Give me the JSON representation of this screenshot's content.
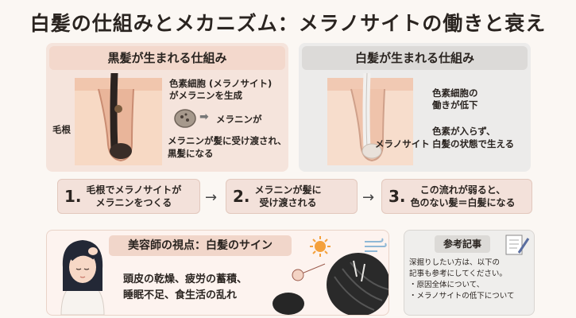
{
  "title": "白髪の仕組みとメカニズム：メラノサイトの働きと衰え",
  "left_panel": {
    "heading": "黒髪が生まれる仕組み",
    "root_label": "毛根",
    "cell_label_1": "色素細胞 (メラノサイト)",
    "cell_label_2": "がメラニンを生成",
    "melanin_label": "メラニンが",
    "transfer_label_1": "メラニンが髪に受け渡され、",
    "transfer_label_2": "黒髪になる"
  },
  "right_panel": {
    "heading": "白髪が生まれる仕組み",
    "decline_1": "色素細胞の",
    "decline_2": "働きが低下",
    "melanocyte_label": "メラノサイト",
    "result_1": "色素が入らず、",
    "result_2": "白髪の状態で生える"
  },
  "steps": [
    {
      "num": "1.",
      "line1": "毛根でメラノサイトが",
      "line2": "メラニンをつくる"
    },
    {
      "num": "2.",
      "line1": "メラニンが髪に",
      "line2": "受け渡される"
    },
    {
      "num": "3.",
      "line1": "この流れが弱ると、",
      "line2": "色のない髪＝白髪になる"
    }
  ],
  "arrow_glyph": "→",
  "beauty": {
    "heading": "美容師の視点：白髪のサイン",
    "line1": "頭皮の乾燥、疲労の蓄積、",
    "line2": "睡眠不足、食生活の乱れ"
  },
  "reference": {
    "heading": "参考記事",
    "line1": "深掘りしたい方は、以下の",
    "line2": "記事も参考にしてください。",
    "item1": "・原因全体について、",
    "item2": "・メラノサイトの低下について"
  },
  "colors": {
    "accent": "#f3d8cc",
    "hair_dark": "#2b2320",
    "skin": "#f4cfb8"
  }
}
